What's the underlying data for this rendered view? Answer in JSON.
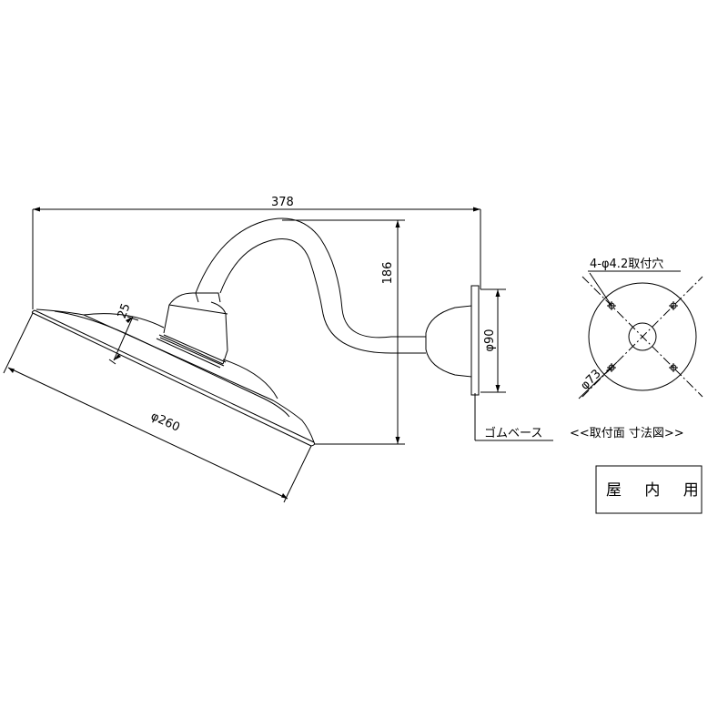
{
  "dimensions": {
    "total_width": "378",
    "height": "186",
    "shade_depth": "25",
    "shade_diameter": "φ260",
    "base_diameter": "φ90",
    "hole_spec": "4-φ4.2取付穴",
    "pcd": "φ73"
  },
  "labels": {
    "rubber_base": "ゴムベース",
    "mount_face_title": "<<取付面 寸法図>>",
    "indoor_badge": "屋 内 用"
  }
}
